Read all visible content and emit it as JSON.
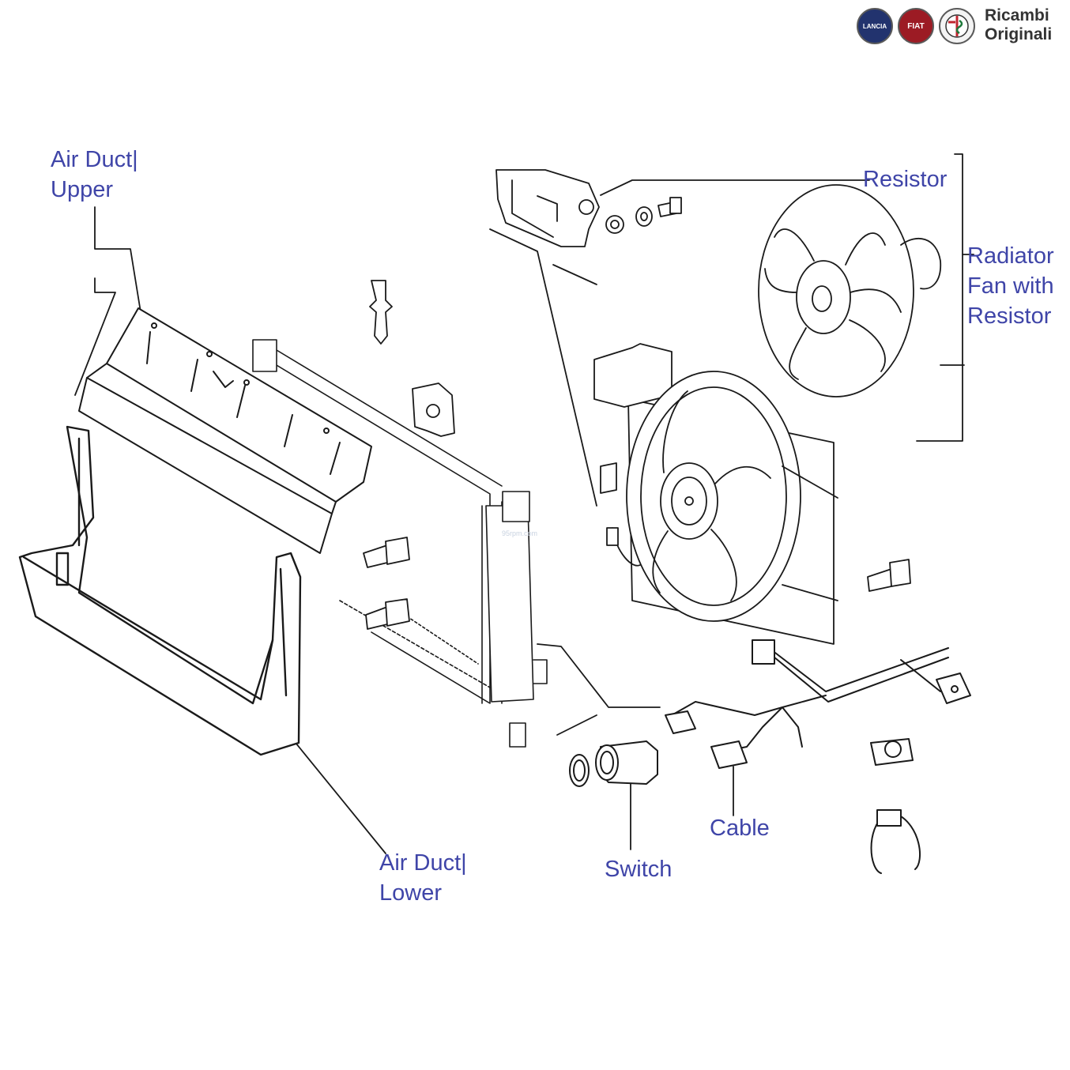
{
  "brand": {
    "line1": "Ricambi",
    "line2": "Originali",
    "badges": [
      "LANCIA",
      "FIAT",
      "ALFA ROMEO"
    ]
  },
  "callouts": {
    "air_duct_upper": [
      "Air Duct|",
      "Upper"
    ],
    "air_duct_lower": [
      "Air Duct|",
      "Lower"
    ],
    "resistor": [
      "Resistor"
    ],
    "radiator_fan": [
      "Radiator",
      "Fan with",
      "Resistor"
    ],
    "switch": [
      "Switch"
    ],
    "cable": [
      "Cable"
    ]
  },
  "colors": {
    "callout_text": "#3f45a8",
    "line_art": "#1a1a1a"
  }
}
